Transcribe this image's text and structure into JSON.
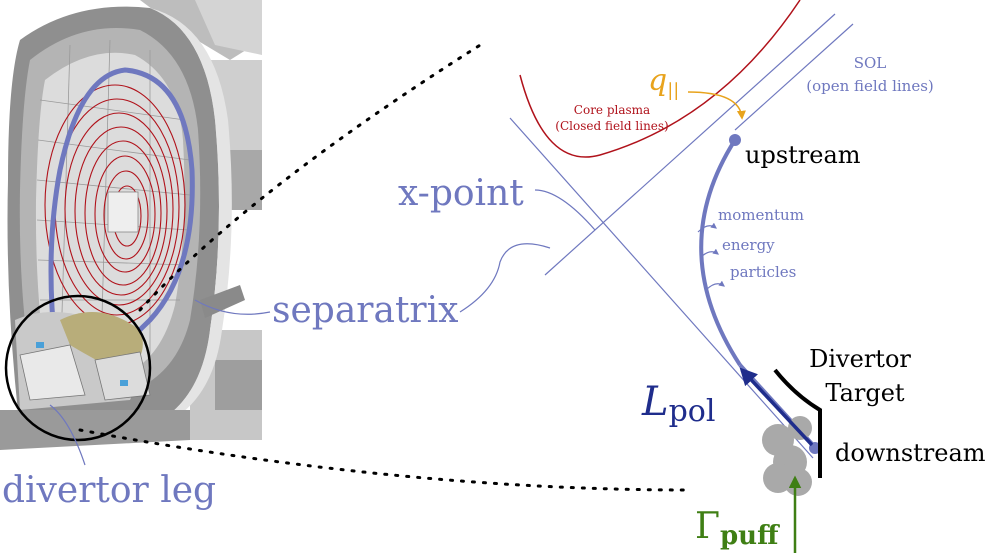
{
  "labels": {
    "x_point": "x-point",
    "separatrix": "separatrix",
    "divertor_leg": "divertor leg",
    "core_plasma_line1": "Core plasma",
    "core_plasma_line2": "(Closed field lines)",
    "sol_line1": "SOL",
    "sol_line2": "(open field lines)",
    "q_parallel": "q",
    "q_parallel_sub": "||",
    "upstream": "upstream",
    "momentum": "momentum",
    "energy": "energy",
    "particles": "particles",
    "divertor_target_line1": "Divertor",
    "divertor_target_line2": "Target",
    "downstream": "downstream",
    "l_pol": "L",
    "l_pol_sub": "pol",
    "gamma_puff": "Γ",
    "gamma_puff_sub": "puff"
  },
  "colors": {
    "separatrix_blue": "#6f78bf",
    "core_red": "#b0121b",
    "q_orange": "#e8a31c",
    "lpol_navy": "#1f2d8c",
    "puff_green": "#3f7f14",
    "cloud_gray": "#a9a9a9",
    "target_black": "#000000"
  }
}
